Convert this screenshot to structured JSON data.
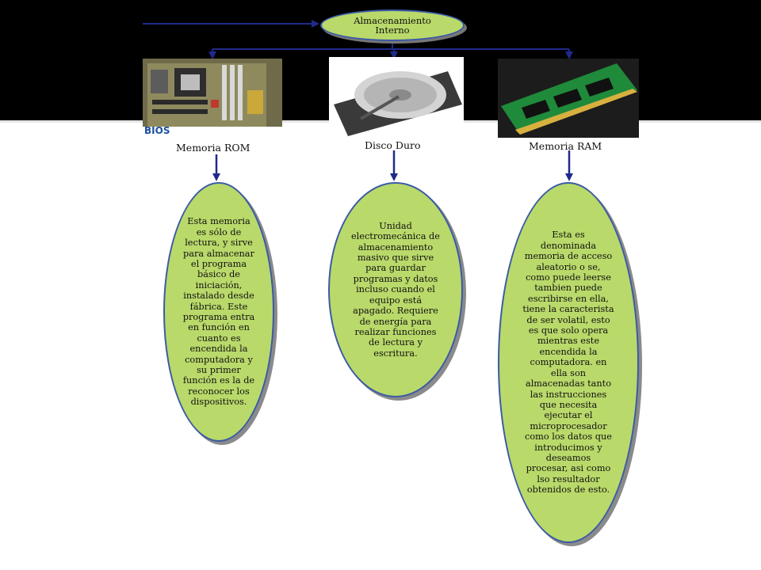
{
  "root": {
    "line1": "Almacenamiento",
    "line2": "Interno"
  },
  "nodes": [
    {
      "label": "Memoria ROM",
      "image_caption": "BIOS",
      "description": "Esta memoria\nes sólo de\nlectura, y sirve\npara almacenar\nel programa\nbásico de\niniciación,\ninstalado desde\nfábrica. Este\nprograma entra\nen función en\ncuanto es\nencendida la\ncomputadora y\nsu primer\nfunción es la de\nreconocer los\ndispositivos."
    },
    {
      "label": "Disco Duro",
      "description": "Unidad\nelectromecánica de\nalmacenamiento\nmasivo que sirve\npara guardar\nprogramas y datos\nincluso cuando el\nequipo está\napagado. Requiere\nde energía para\nrealizar funciones\nde lectura y\nescritura."
    },
    {
      "label": "Memoria RAM",
      "description": "Esta es\ndenominada\nmemoria de acceso\naleatorio o se,\ncomo puede leerse\ntambien puede\nescribirse en ella,\ntiene la caracterista\nde ser volatil,  esto\nes que solo opera\nmientras este\nencendida la\ncomputadora. en\nella son\nalmacenadas tanto\nlas instrucciones\nque necesita\nejecutar el\nmicroprocesador\ncomo los datos que\nintroducimos  y\ndeseamos\nprocesar, asi como\nlso resultador\nobtenidos de esto."
    }
  ],
  "colors": {
    "oval_fill": "#b9d96a",
    "oval_border": "#3b5aa6",
    "arrow": "#1f2a8a"
  }
}
